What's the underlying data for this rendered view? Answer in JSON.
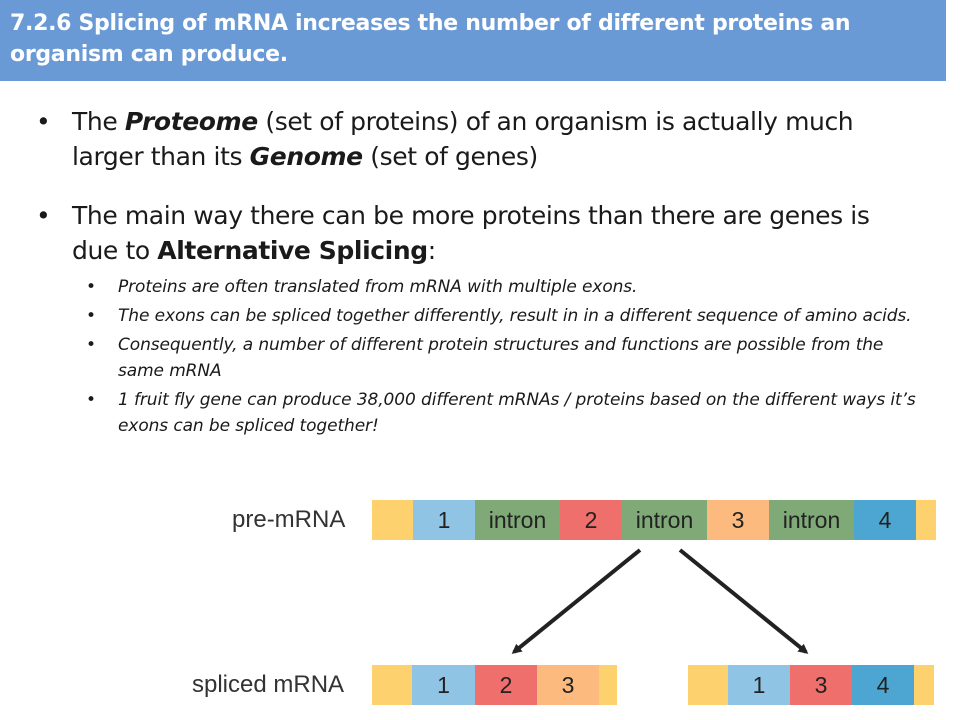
{
  "title": {
    "line1": "7.2.6 Splicing of mRNA increases the number of different proteins an",
    "line2": "organism can produce."
  },
  "bullets": {
    "b1": {
      "pre": "The ",
      "term1": "Proteome",
      "mid": " (set of proteins) of an organism is actually much larger than its ",
      "term2": "Genome",
      "post": " (set of genes)"
    },
    "b2": {
      "pre": "The main way there can be more proteins than there are genes is due to ",
      "term": "Alternative Splicing",
      "post": ":"
    },
    "sub": [
      "Proteins are often translated from mRNA with multiple exons.",
      "The exons can be spliced together differently, result in in a different sequence of amino acids.",
      "Consequently, a number of different protein structures and functions are possible from the same mRNA",
      "1 fruit fly gene can produce 38,000 different mRNAs / proteins based on the different ways it’s exons can be spliced together!"
    ]
  },
  "diagram": {
    "pre_label": "pre-mRNA",
    "spliced_label": "spliced mRNA",
    "pre_segments": [
      {
        "label": "",
        "color": "#fdd26e"
      },
      {
        "label": "1",
        "color": "#8fc4e4"
      },
      {
        "label": "intron",
        "color": "#7faa78"
      },
      {
        "label": "2",
        "color": "#ee6f6c"
      },
      {
        "label": "intron",
        "color": "#7faa78"
      },
      {
        "label": "3",
        "color": "#fdba7e"
      },
      {
        "label": "intron",
        "color": "#7faa78"
      },
      {
        "label": "4",
        "color": "#4da6d1"
      },
      {
        "label": "",
        "color": "#fdd26e"
      }
    ],
    "spliced_left": [
      {
        "label": "",
        "color": "#fdd26e"
      },
      {
        "label": "1",
        "color": "#8fc4e4"
      },
      {
        "label": "2",
        "color": "#ee6f6c"
      },
      {
        "label": "3",
        "color": "#fdba7e"
      },
      {
        "label": "",
        "color": "#fdd26e"
      }
    ],
    "spliced_right": [
      {
        "label": "",
        "color": "#fdd26e"
      },
      {
        "label": "1",
        "color": "#8fc4e4"
      },
      {
        "label": "3",
        "color": "#ee6f6c"
      },
      {
        "label": "4",
        "color": "#4da6d1"
      },
      {
        "label": "",
        "color": "#fdd26e"
      }
    ],
    "colors": {
      "title_bg": "#6a9ad6",
      "arrow": "#222222",
      "label_text": "#333333"
    }
  }
}
